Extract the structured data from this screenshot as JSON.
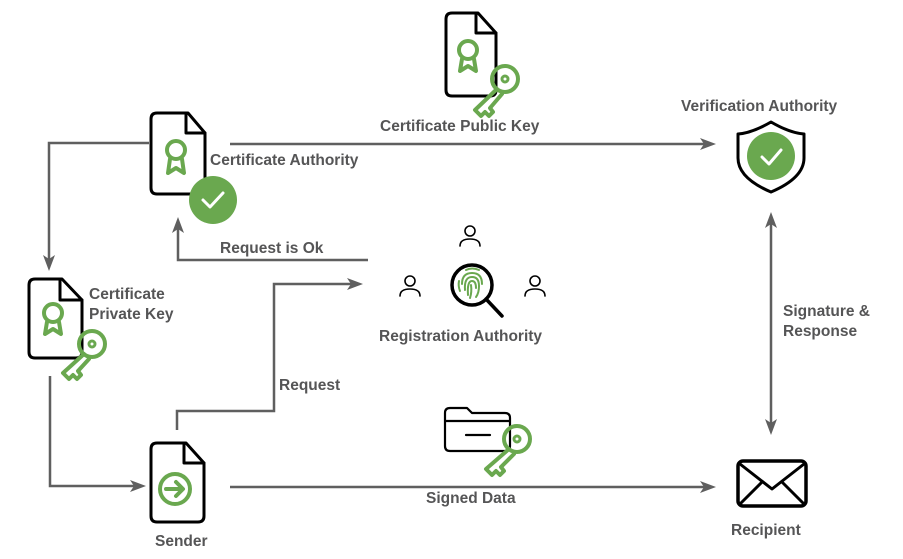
{
  "diagram": {
    "title": "PKI digital signature workflow",
    "accent_color": "#6aa84f",
    "line_color": "#5f5f5f",
    "text_color": "#555556",
    "nodes": {
      "certificate_authority": {
        "label": "Certificate Authority",
        "icon": "certificate-document-check-icon"
      },
      "certificate_public_key_icon": {
        "icon": "certificate-document-key-icon"
      },
      "verification_authority": {
        "label": "Verification Authority",
        "icon": "shield-check-icon"
      },
      "certificate_private_key": {
        "label": "Certificate\nPrivate Key",
        "icon": "certificate-document-key-icon"
      },
      "registration_authority": {
        "label": "Registration Authority",
        "icon": "fingerprint-magnifier-icon"
      },
      "sender": {
        "label": "Sender",
        "icon": "document-arrow-icon"
      },
      "signed_data_icon": {
        "icon": "folder-key-icon"
      },
      "recipient": {
        "label": "Recipient",
        "icon": "envelope-icon"
      }
    },
    "edges": {
      "certificate_public_key": "Certificate Public Key",
      "request_is_ok": "Request is Ok",
      "request": "Request",
      "signature_response": "Signature &\nResponse",
      "signed_data": "Signed Data"
    }
  }
}
